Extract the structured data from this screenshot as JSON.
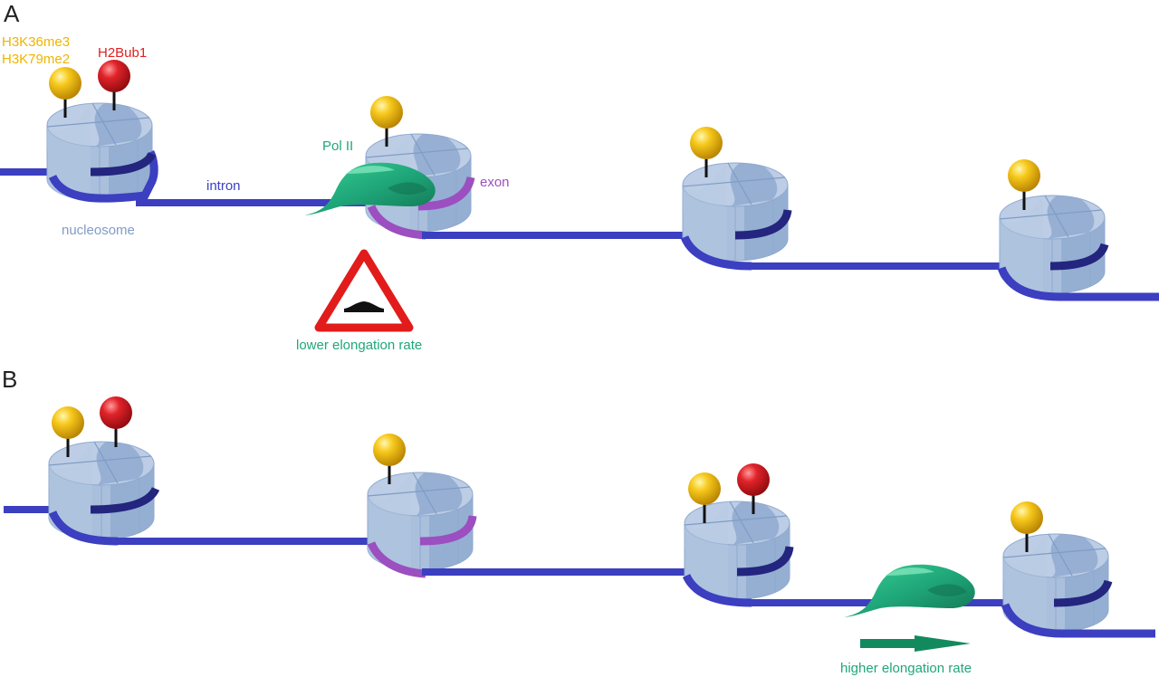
{
  "panels": [
    {
      "label": "A",
      "labels": {
        "h3k36me3": "H3K36me3",
        "h3k79me2": "H3K79me2",
        "h2bub1": "H2Bub1",
        "pol2": "Pol II",
        "intron": "intron",
        "exon": "exon",
        "nucleosome": "nucleosome",
        "rate": "lower elongation rate"
      }
    },
    {
      "label": "B",
      "labels": {
        "rate": "higher elongation rate"
      }
    }
  ],
  "colors": {
    "dna": "#3b3fc0",
    "dna_dark": "#23257e",
    "exon": "#9b4fc0",
    "h3k36_marker": "#f2b800",
    "h2bub1_marker": "#d81f26",
    "pol2": "#1fa77a",
    "nucleosome": "#a9bfdc",
    "nucleosome_dark": "#7f9cc6",
    "h3k_text": "#f0b400",
    "h2b_text": "#e02020",
    "pol_text": "#1fa77a",
    "intron_text": "#3b3fc0",
    "exon_text": "#9b4fc0",
    "nucleosome_text": "#7f9cc6",
    "rate_text": "#1fa77a",
    "warning_red": "#e21b1b"
  },
  "icons": [
    "yellow-marker-icon",
    "red-marker-icon",
    "pol2-icon",
    "speed-bump-warning-icon",
    "arrow-right-icon",
    "nucleosome-icon"
  ]
}
